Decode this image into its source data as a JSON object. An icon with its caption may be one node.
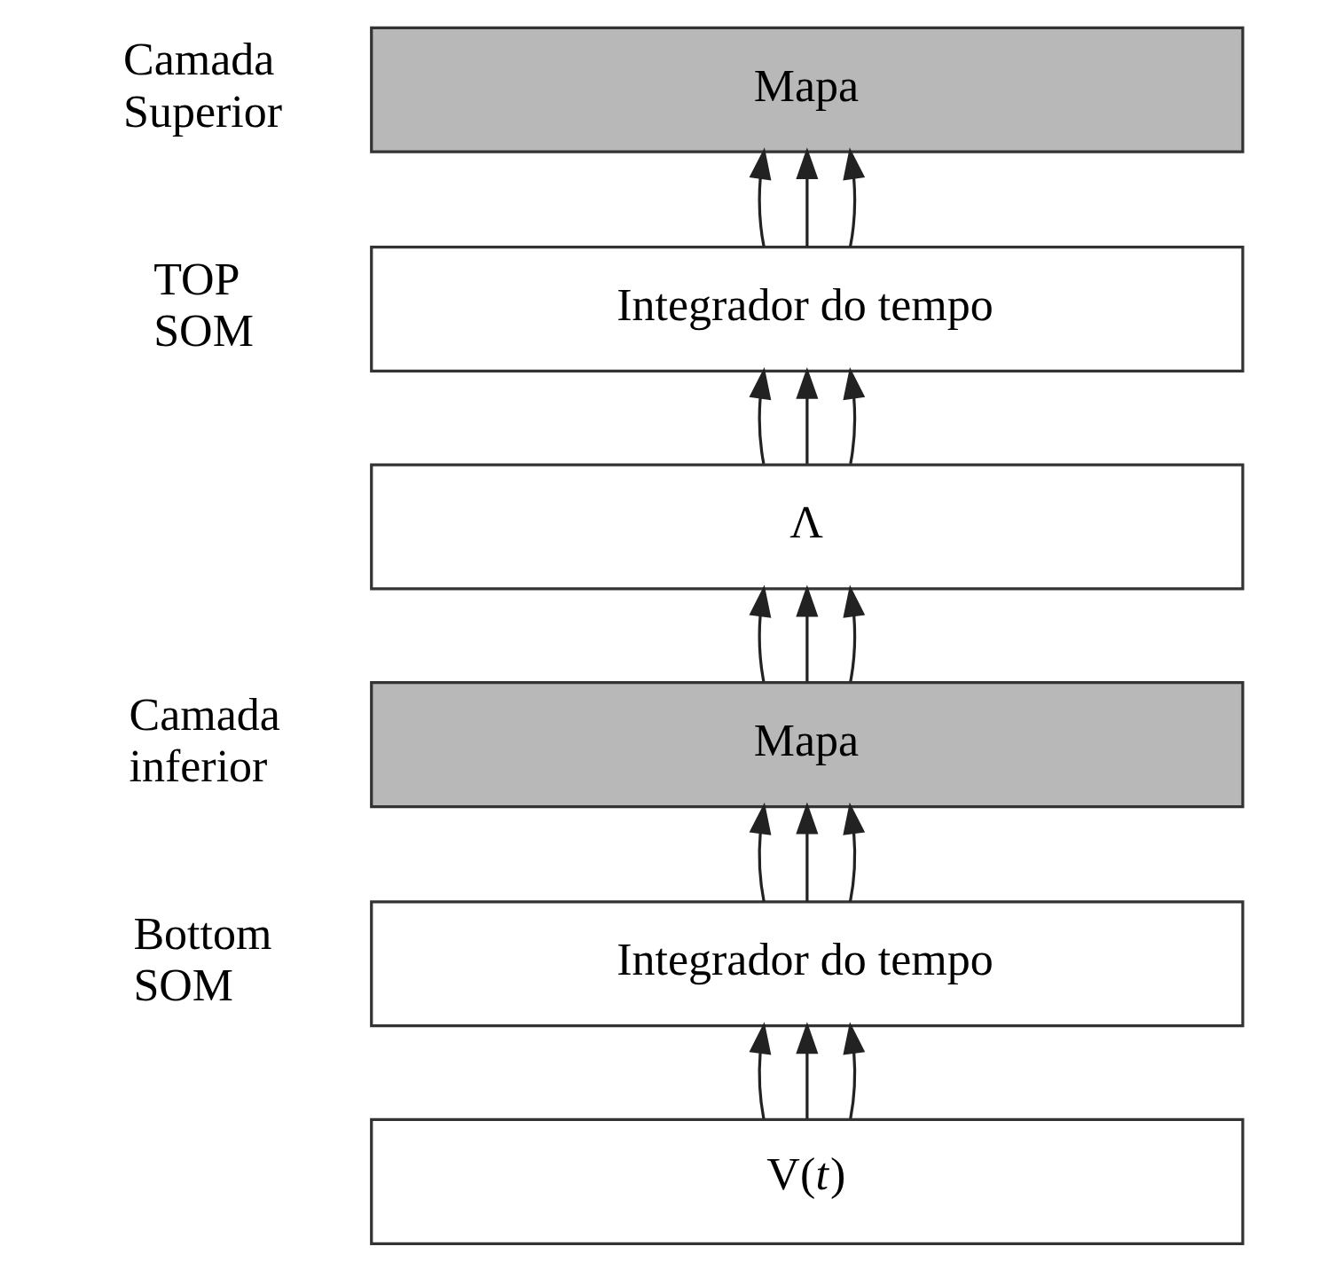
{
  "diagram": {
    "nodes": [
      {
        "text": [
          "Mapa"
        ]
      },
      {
        "text": [
          "Integrador do tempo"
        ]
      },
      {
        "text": [
          "Λ"
        ]
      },
      {
        "text": [
          "Mapa"
        ]
      },
      {
        "text": [
          "Integrador do tempo"
        ]
      },
      {
        "text": [
          "V(*t*)"
        ]
      }
    ],
    "edges": [
      {
        "from": 1,
        "to": 0,
        "arrow": "to"
      },
      {
        "from": 1,
        "to": 0,
        "arrow": "to"
      },
      {
        "from": 1,
        "to": 0,
        "arrow": "to"
      },
      {
        "from": 2,
        "to": 1,
        "arrow": "to"
      },
      {
        "from": 2,
        "to": 1,
        "arrow": "to"
      },
      {
        "from": 2,
        "to": 1,
        "arrow": "to"
      },
      {
        "from": 3,
        "to": 2,
        "arrow": "to"
      },
      {
        "from": 3,
        "to": 2,
        "arrow": "to"
      },
      {
        "from": 3,
        "to": 2,
        "arrow": "to"
      },
      {
        "from": 4,
        "to": 3,
        "arrow": "to"
      },
      {
        "from": 4,
        "to": 3,
        "arrow": "to"
      },
      {
        "from": 4,
        "to": 3,
        "arrow": "to"
      },
      {
        "from": 5,
        "to": 4,
        "arrow": "to"
      },
      {
        "from": 5,
        "to": 4,
        "arrow": "to"
      },
      {
        "from": 5,
        "to": 4,
        "arrow": "to"
      }
    ],
    "labels": [
      "Camada Superior",
      "TOP SOM",
      "Camada inferior",
      "Bottom SOM"
    ]
  }
}
